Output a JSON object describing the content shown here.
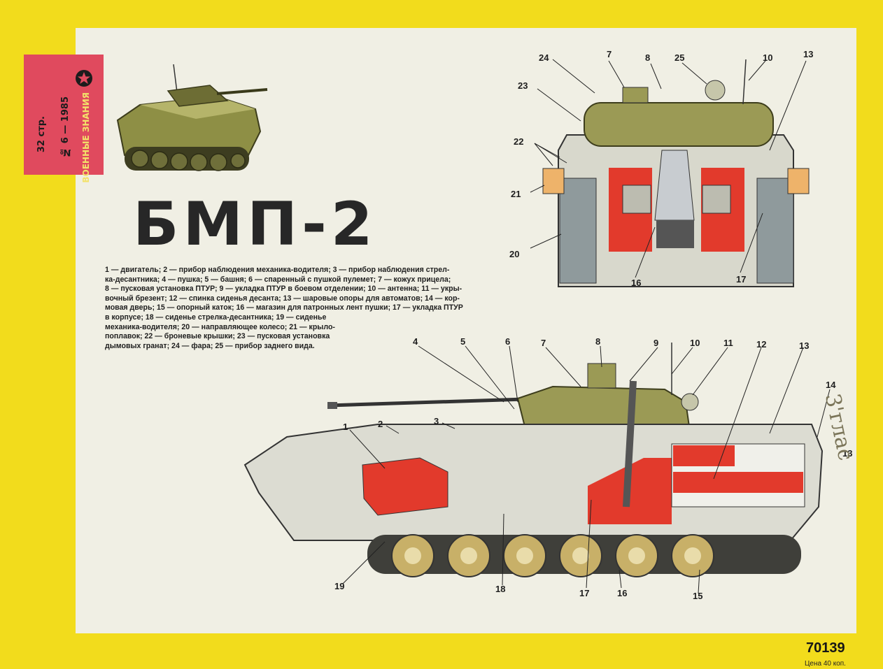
{
  "stamp": {
    "magazine": "ВОЕННЫЕ ЗНАНИЯ",
    "issue": "№ 6 — 1985",
    "pages": "32 стр."
  },
  "title": "БМП-2",
  "legend": [
    "1 — двигатель; 2 — прибор наблюдения механика-водителя; 3 — прибор наблюдения стрел-",
    "ка-десантника; 4 — пушка; 5 — башня; 6 — спаренный с пушкой пулемет; 7 — кожух прицела;",
    "8 — пусковая установка ПТУР; 9 — укладка ПТУР в боевом отделении; 10 — антенна; 11 — укры-",
    "вочный брезент; 12 — спинка сиденья десанта; 13 — шаровые опоры для автоматов; 14 — кор-",
    "мовая дверь; 15 — опорный каток; 16 — магазин для патронных лент пушки; 17 — укладка ПТУР",
    "в корпусе; 18 — сиденье стрелка-десантника; 19 — сиденье",
    "механика-водителя; 20 — направляющее колесо; 21 — крыло-",
    "поплавок; 22 — броневые крышки; 23 — пусковая установка",
    "дымовых гранат; 24 — фара; 25 — прибор заднего вида."
  ],
  "rear_view_labels": {
    "n24": "24",
    "n7": "7",
    "n8": "8",
    "n25": "25",
    "n10": "10",
    "n13": "13",
    "n23": "23",
    "n22": "22",
    "n21": "21",
    "n20": "20",
    "n16": "16",
    "n17": "17"
  },
  "side_view_labels": {
    "n4": "4",
    "n5": "5",
    "n6": "6",
    "n7": "7",
    "n8": "8",
    "n9": "9",
    "n10": "10",
    "n11": "11",
    "n12": "12",
    "n13": "13",
    "n14": "14",
    "n13b": "13",
    "n1": "1",
    "n2": "2",
    "n3": "3",
    "n19": "19",
    "n18": "18",
    "n17": "17",
    "n16": "16",
    "n15": "15"
  },
  "catalog_code": "70139",
  "price": "Цена 40 коп.",
  "handwritten_note": "3'глас",
  "colors": {
    "border_yellow": "#f2dc1c",
    "paper": "#f0efe4",
    "stamp_red": "#e04a5e",
    "vehicle_olive": "#9a9a4a",
    "cutaway_red": "#e23a2c"
  }
}
